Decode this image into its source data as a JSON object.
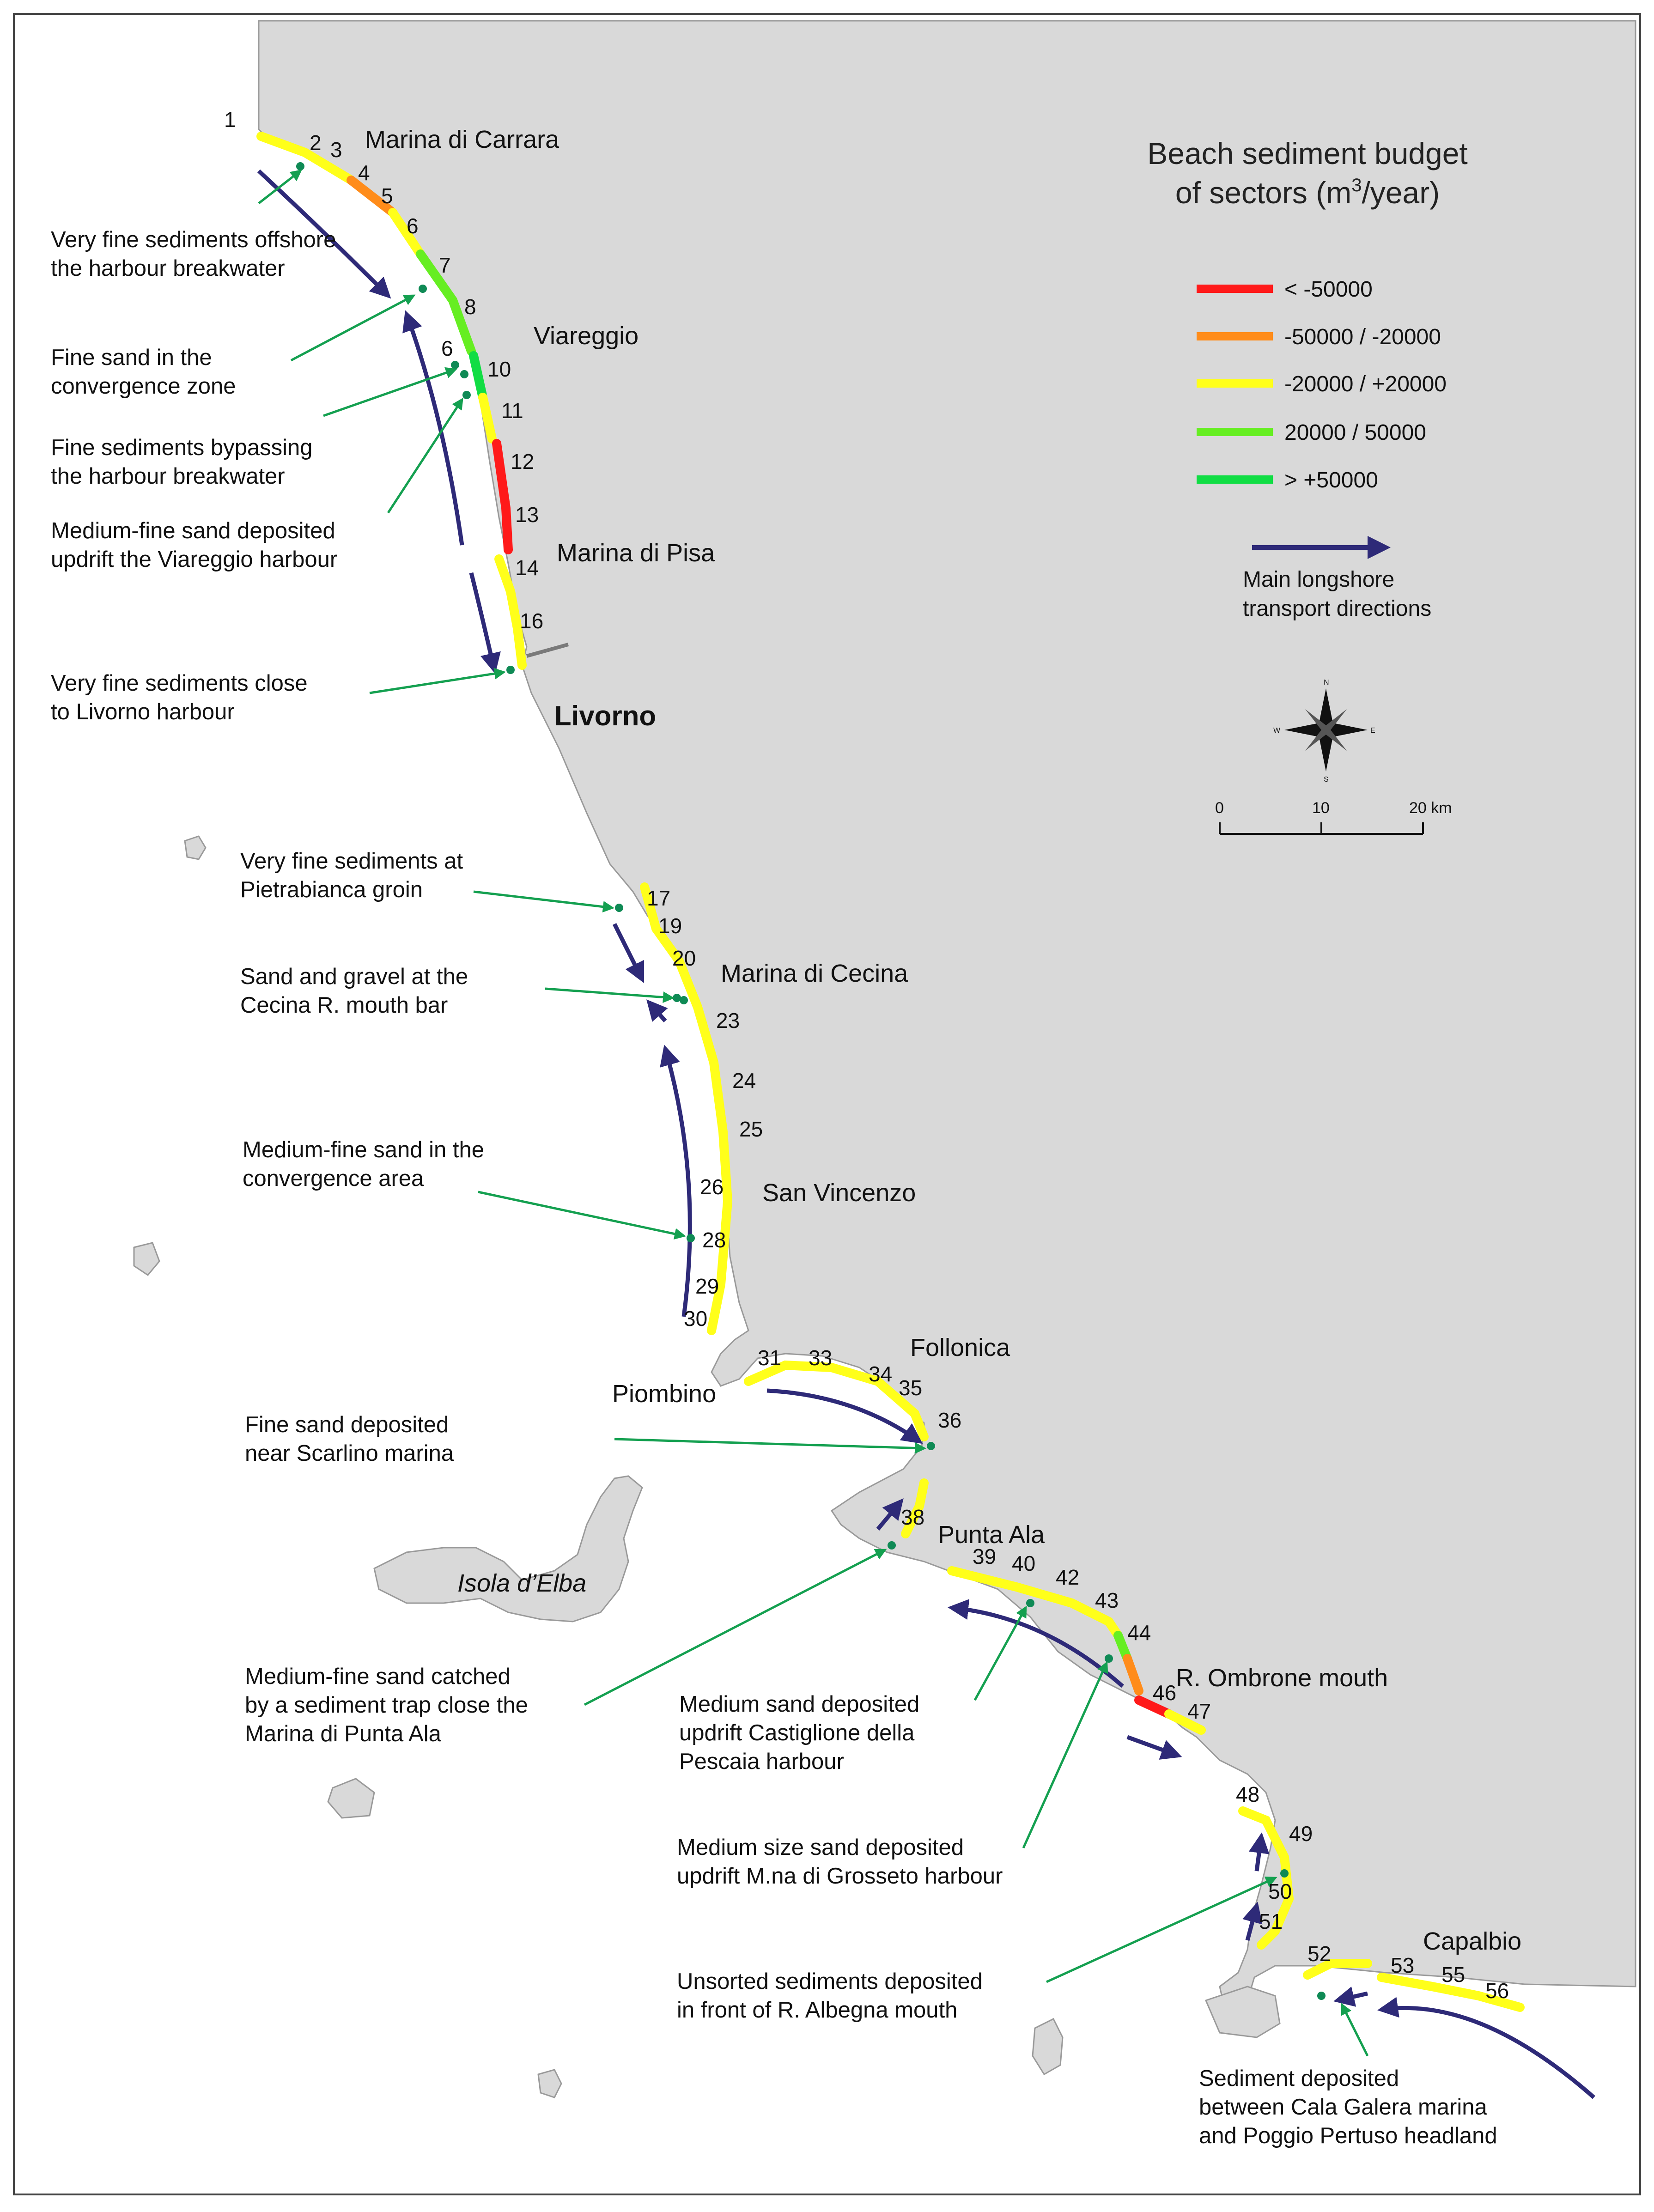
{
  "legend": {
    "title_line1": "Beach sediment budget",
    "title_line2_pre": "of sectors (m",
    "title_line2_sup": "3",
    "title_line2_post": "/year)",
    "items": [
      {
        "label": "< -50000",
        "color": "#ff1a1a"
      },
      {
        "label": "-50000 / -20000",
        "color": "#ff8c1a"
      },
      {
        "label": "-20000 / +20000",
        "color": "#ffff1a"
      },
      {
        "label": "20000 / 50000",
        "color": "#66ee22"
      },
      {
        "label": "> +50000",
        "color": "#11dd44"
      }
    ],
    "arrow_line1": "Main longshore",
    "arrow_line2": "transport directions",
    "arrow_color": "#2e2a78"
  },
  "compass": {
    "n": "N",
    "s": "S",
    "e": "E",
    "w": "W"
  },
  "scale": {
    "labels": [
      "0",
      "10",
      "20 km"
    ]
  },
  "places": {
    "marina_di_carrara": "Marina di Carrara",
    "viareggio": "Viareggio",
    "marina_di_pisa": "Marina di Pisa",
    "livorno": "Livorno",
    "marina_di_cecina": "Marina di Cecina",
    "san_vincenzo": "San Vincenzo",
    "follonica": "Follonica",
    "piombino": "Piombino",
    "punta_ala": "Punta Ala",
    "isola_elba": "Isola d’Elba",
    "ombrone": "R. Ombrone mouth",
    "capalbio": "Capalbio"
  },
  "annotations": {
    "a1": [
      "Very fine sediments offshore",
      "the harbour breakwater"
    ],
    "a2": [
      "Fine sand in the",
      "convergence zone"
    ],
    "a3": [
      "Fine sediments bypassing",
      "the harbour breakwater"
    ],
    "a4": [
      "Medium-fine sand deposited",
      "updrift the Viareggio harbour"
    ],
    "a5": [
      "Very fine sediments close",
      "to Livorno harbour"
    ],
    "a6": [
      "Very fine sediments at",
      "Pietrabianca groin"
    ],
    "a7": [
      "Sand and gravel at the",
      "Cecina R. mouth bar"
    ],
    "a8": [
      "Medium-fine sand in the",
      "convergence area"
    ],
    "a9": [
      "Fine sand deposited",
      "near Scarlino marina"
    ],
    "a10": [
      "Medium-fine sand catched",
      "by a sediment trap close the",
      "Marina di Punta Ala"
    ],
    "a11": [
      "Medium sand deposited",
      "updrift Castiglione della",
      "Pescaia harbour"
    ],
    "a12": [
      "Medium size sand deposited",
      "updrift M.na di Grosseto harbour"
    ],
    "a13": [
      "Unsorted sediments deposited",
      "in front of R. Albegna mouth"
    ],
    "a14": [
      "Sediment deposited",
      "between Cala Galera marina",
      "and Poggio Pertuso headland"
    ]
  },
  "sector_numbers": [
    "1",
    "2",
    "3",
    "4",
    "5",
    "6",
    "7",
    "8",
    "6",
    "10",
    "11",
    "12",
    "13",
    "14",
    "16",
    "17",
    "19",
    "20",
    "23",
    "24",
    "25",
    "26",
    "28",
    "29",
    "30",
    "31",
    "33",
    "34",
    "35",
    "36",
    "38",
    "39",
    "40",
    "42",
    "43",
    "44",
    "46",
    "47",
    "48",
    "49",
    "50",
    "51",
    "52",
    "53",
    "55",
    "56"
  ],
  "colors": {
    "land": "#d9d9d9",
    "sea": "#ffffff",
    "leader": "#14a050",
    "dot": "#0f8a55"
  }
}
